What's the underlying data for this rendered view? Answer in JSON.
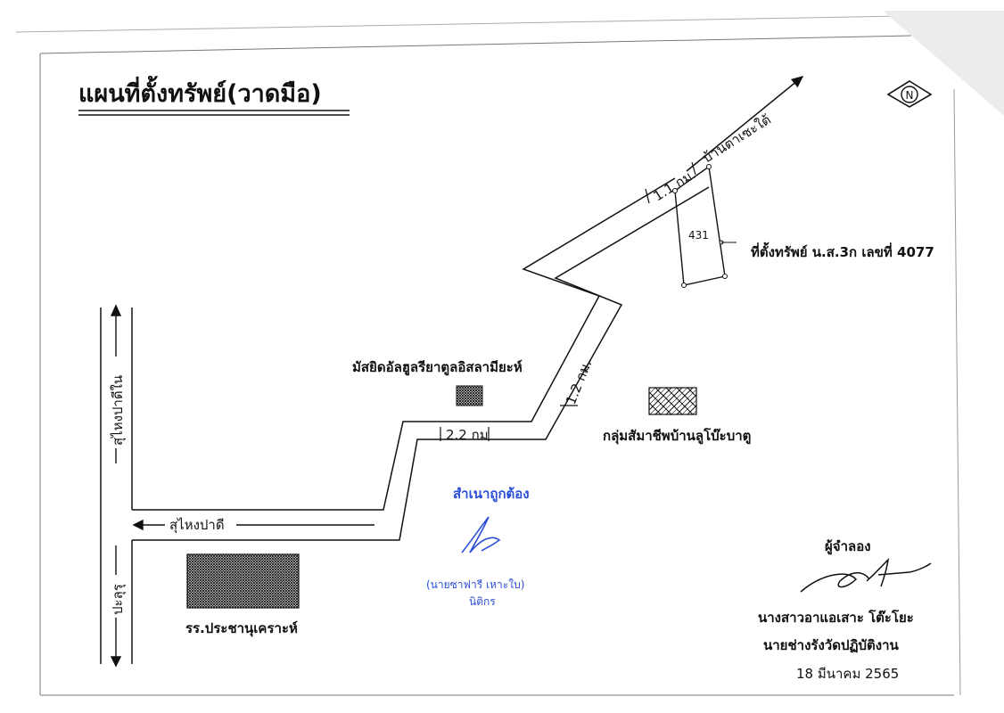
{
  "title": "แผนที่ตั้งทรัพย์(วาดมือ)",
  "north_label": "N",
  "roads": {
    "to_ban_ta_se_tai": "บ้านตาเซะใต้",
    "dist_1_1": "1.1 กม.",
    "dist_1_2": "1.2 กม.",
    "dist_2_2": "2.2 กม",
    "su_ngai_padi_nai": "สุไหงปาดีใน",
    "su_ngai_padi": "สุไหงปาดี",
    "pa_luru": "ปะลุรุ"
  },
  "parcel": {
    "number": "431",
    "caption": "ที่ตั้งทรัพย์ น.ส.3ก เลขที่ 4077"
  },
  "landmarks": {
    "mosque": "มัสยิดอัลฮูลรียาตูลอิสลามียะห์",
    "cooperative": "กลุ่มสัมาชีพบ้านลูโบ๊ะบาตู",
    "school": "รร.ประชานุเคราะห์"
  },
  "certification": {
    "stamp": "สำเนาถูกต้อง",
    "name": "(นายซาฟารี เหาะใบ)",
    "position": "นิติกร"
  },
  "signatory": {
    "heading": "ผู้จำลอง",
    "name": "นางสาวอาแอเสาะ โต๊ะโยะ",
    "position": "นายช่างรังวัดปฏิบัติงาน",
    "date": "18 มีนาคม 2565"
  },
  "colors": {
    "ink": "#111111",
    "stamp_blue": "#2b4fd6"
  }
}
